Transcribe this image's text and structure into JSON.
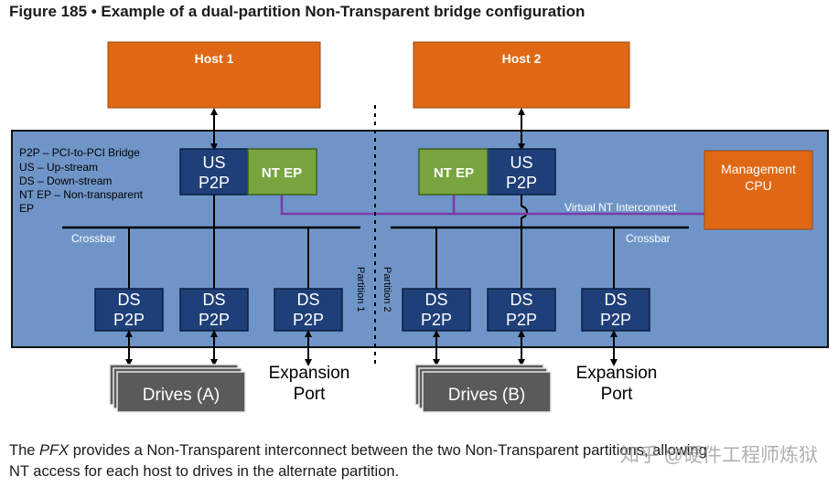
{
  "figure_title": "Figure 185 • Example of a dual-partition Non-Transparent bridge configuration",
  "hosts": [
    "Host 1",
    "Host 2"
  ],
  "bridges": {
    "us_line1": "US",
    "us_line2": "P2P",
    "ds_line1": "DS",
    "ds_line2": "P2P",
    "nt_ep": "NT EP"
  },
  "management_cpu": [
    "Management",
    "CPU"
  ],
  "legend": [
    "P2P – PCI-to-PCI Bridge",
    "US – Up-stream",
    "DS – Down-stream",
    "NT EP – Non-transparent",
    "EP"
  ],
  "crossbar_label": "Crossbar",
  "interconnect_label": "Virtual NT Interconnect",
  "partition_labels": [
    "Partition 1",
    "Partition 2"
  ],
  "drives": [
    "Drives (A)",
    "Drives (B)"
  ],
  "expansion_port": [
    "Expansion",
    "Port"
  ],
  "caption": {
    "part1": "The ",
    "emph": "PFX",
    "part2": " provides a Non-Transparent interconnect between the two Non-Transparent partitions, allowing",
    "line2": "NT access for each host to drives in the alternate partition."
  },
  "watermark": "知乎 @硬件工程师炼狱"
}
